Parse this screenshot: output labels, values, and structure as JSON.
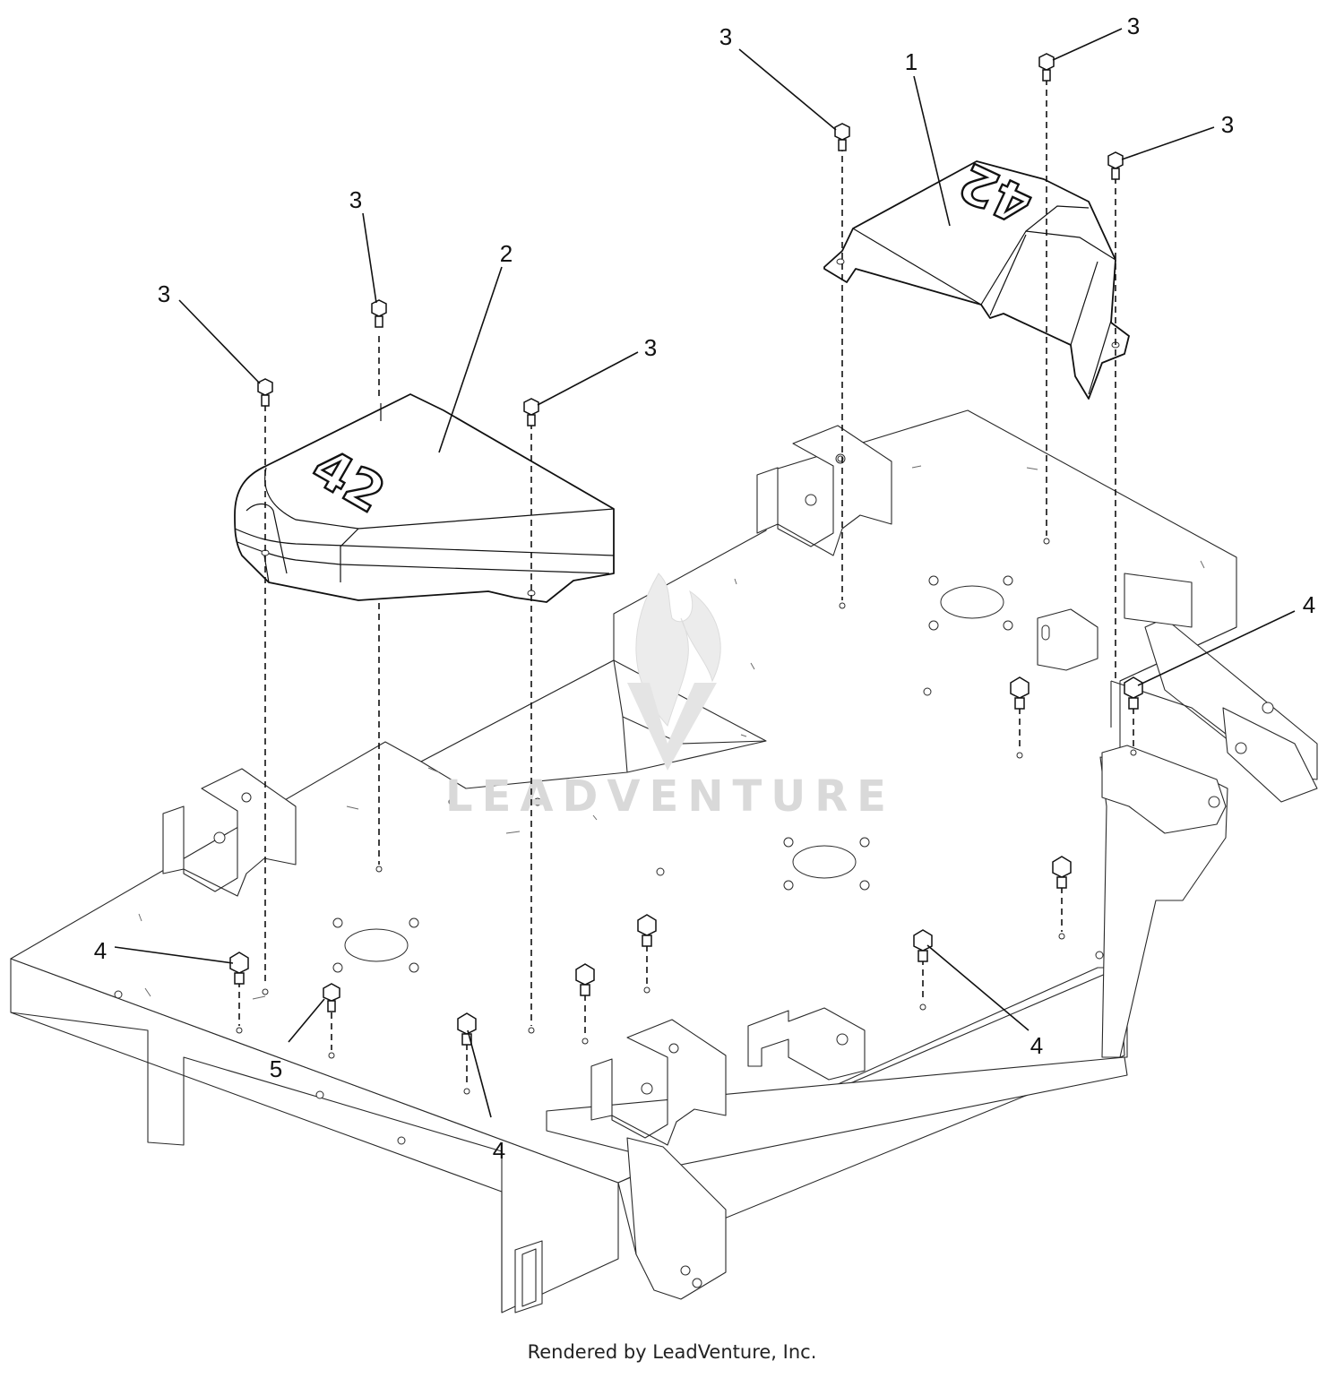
{
  "diagram": {
    "callouts": [
      {
        "id": "c-3-a",
        "text": "3"
      },
      {
        "id": "c-3-b",
        "text": "3"
      },
      {
        "id": "c-3-c",
        "text": "3"
      },
      {
        "id": "c-3-d",
        "text": "3"
      },
      {
        "id": "c-3-e",
        "text": "3"
      },
      {
        "id": "c-3-f",
        "text": "3"
      },
      {
        "id": "c-2",
        "text": "2"
      },
      {
        "id": "c-1",
        "text": "1"
      },
      {
        "id": "c-4-a",
        "text": "4"
      },
      {
        "id": "c-4-b",
        "text": "4"
      },
      {
        "id": "c-4-c",
        "text": "4"
      },
      {
        "id": "c-4-d",
        "text": "4"
      },
      {
        "id": "c-5",
        "text": "5"
      }
    ],
    "cover_left_label": "42",
    "cover_right_label": "42"
  },
  "watermark": {
    "text": "LEADVENTURE"
  },
  "footer": {
    "text": "Rendered by LeadVenture, Inc."
  }
}
